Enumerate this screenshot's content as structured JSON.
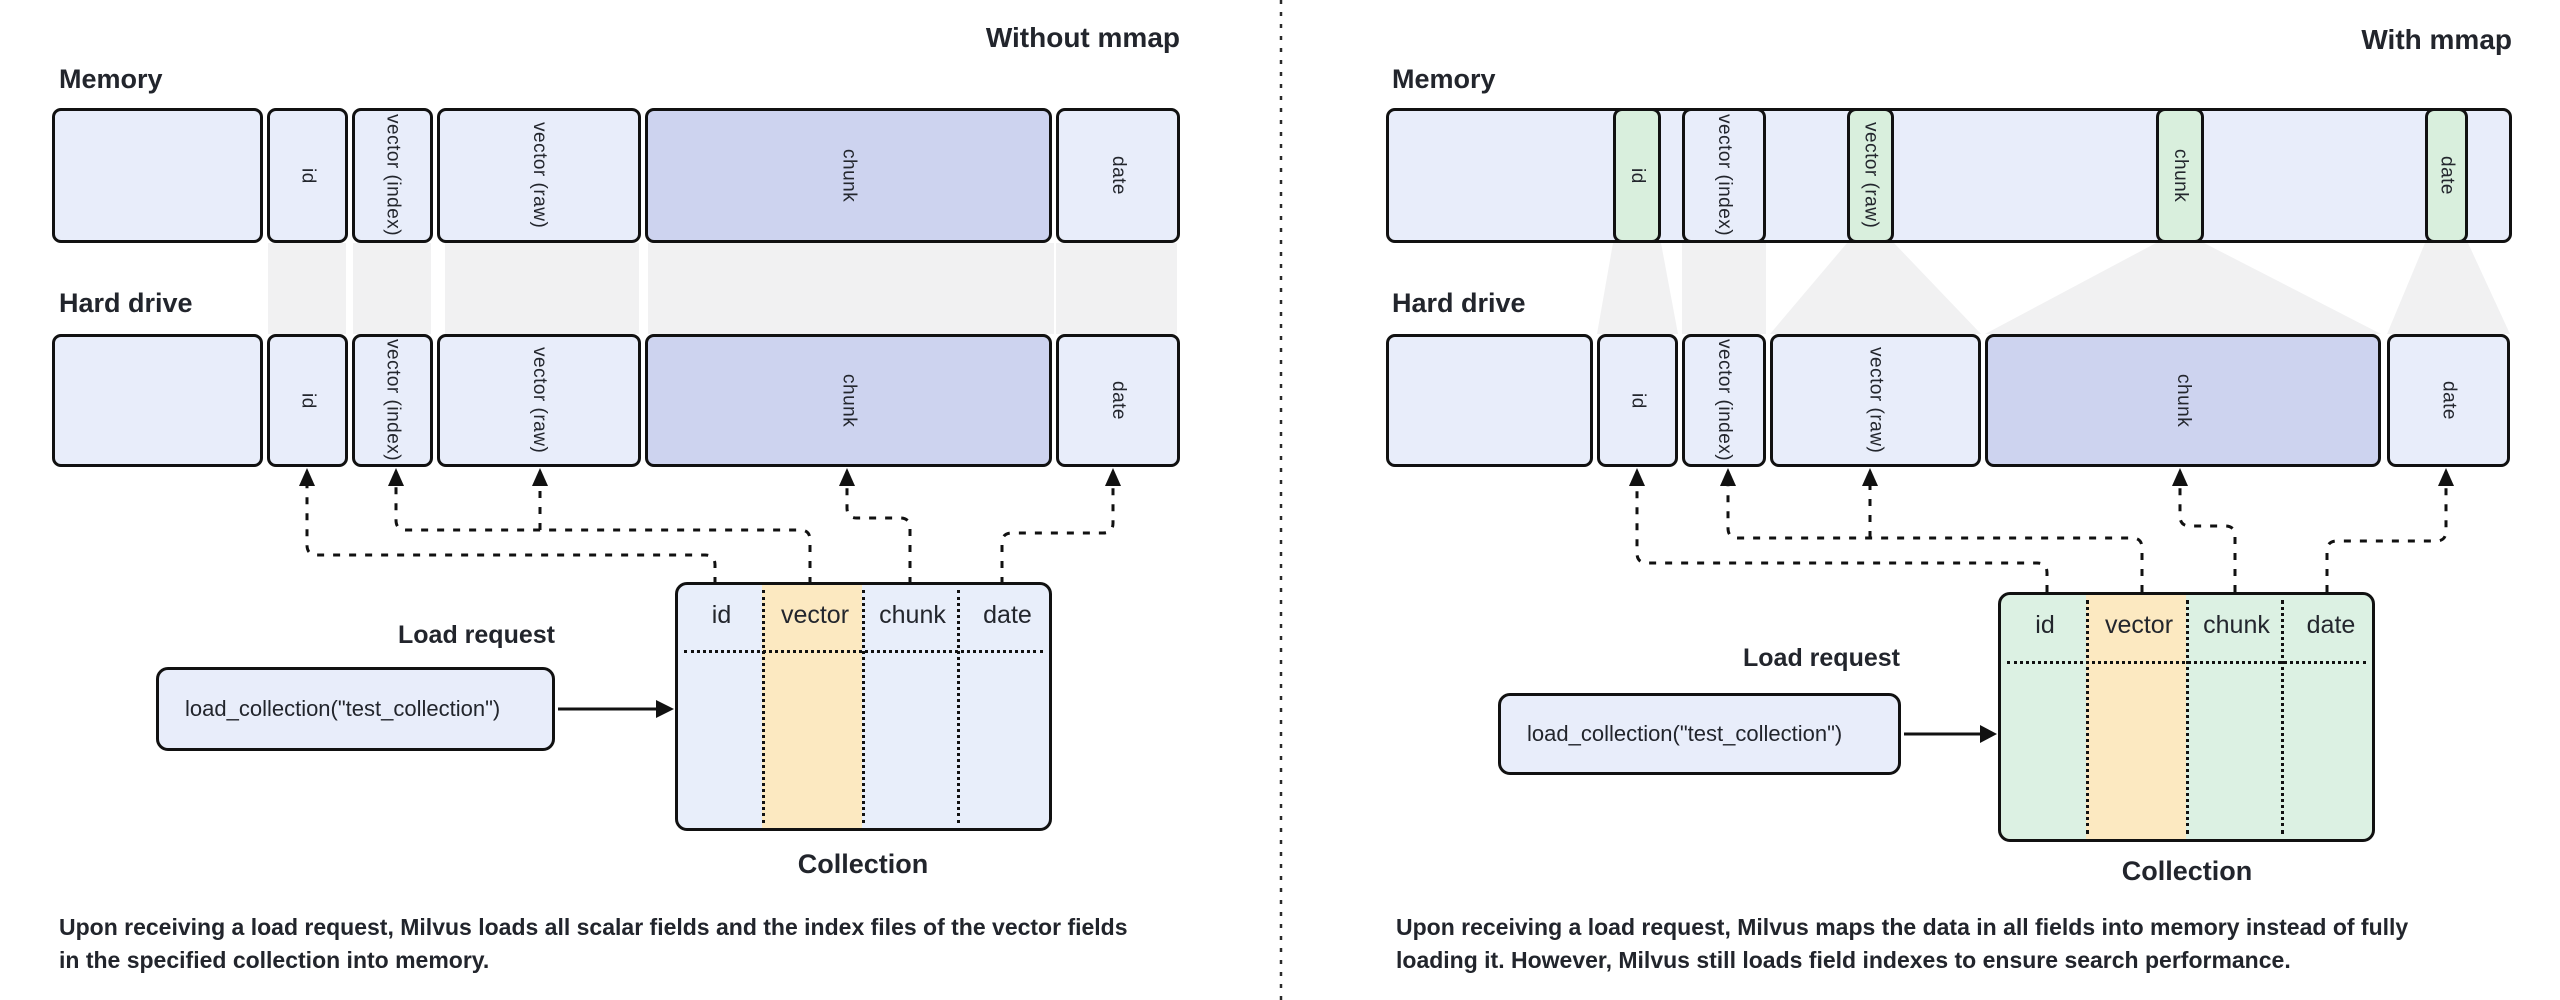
{
  "colors": {
    "segment_blue": "#e8edfa",
    "chunk_purple": "#cdd3ef",
    "mmap_green": "#d9efdd",
    "vector_yellow": "#fce9c1",
    "table_green": "#dcf1e3",
    "shadow_gray": "#f1f1f2",
    "border_black": "#111111"
  },
  "left": {
    "title": "Without mmap",
    "memory_label": "Memory",
    "hard_drive_label": "Hard drive",
    "segments": {
      "id": "id",
      "vector_index": "vector (index)",
      "vector_raw": "vector (raw)",
      "chunk": "chunk",
      "date": "date"
    },
    "load_request": {
      "label": "Load request",
      "code": "load_collection(\"test_collection\")"
    },
    "collection": {
      "label": "Collection",
      "headers": [
        "id",
        "vector",
        "chunk",
        "date"
      ]
    },
    "caption_lines": [
      "Upon receiving a load request, Milvus loads all scalar fields and the index files of the vector fields",
      "in the specified collection into memory."
    ]
  },
  "right": {
    "title": "With mmap",
    "memory_label": "Memory",
    "hard_drive_label": "Hard drive",
    "segments": {
      "id": "id",
      "vector_index": "vector (index)",
      "vector_raw": "vector (raw)",
      "chunk": "chunk",
      "date": "date"
    },
    "load_request": {
      "label": "Load request",
      "code": "load_collection(\"test_collection\")"
    },
    "collection": {
      "label": "Collection",
      "headers": [
        "id",
        "vector",
        "chunk",
        "date"
      ]
    },
    "caption_lines": [
      "Upon receiving a load request, Milvus maps the data in all fields into memory instead of fully",
      "loading it. However, Milvus still loads field indexes to ensure search performance."
    ]
  }
}
